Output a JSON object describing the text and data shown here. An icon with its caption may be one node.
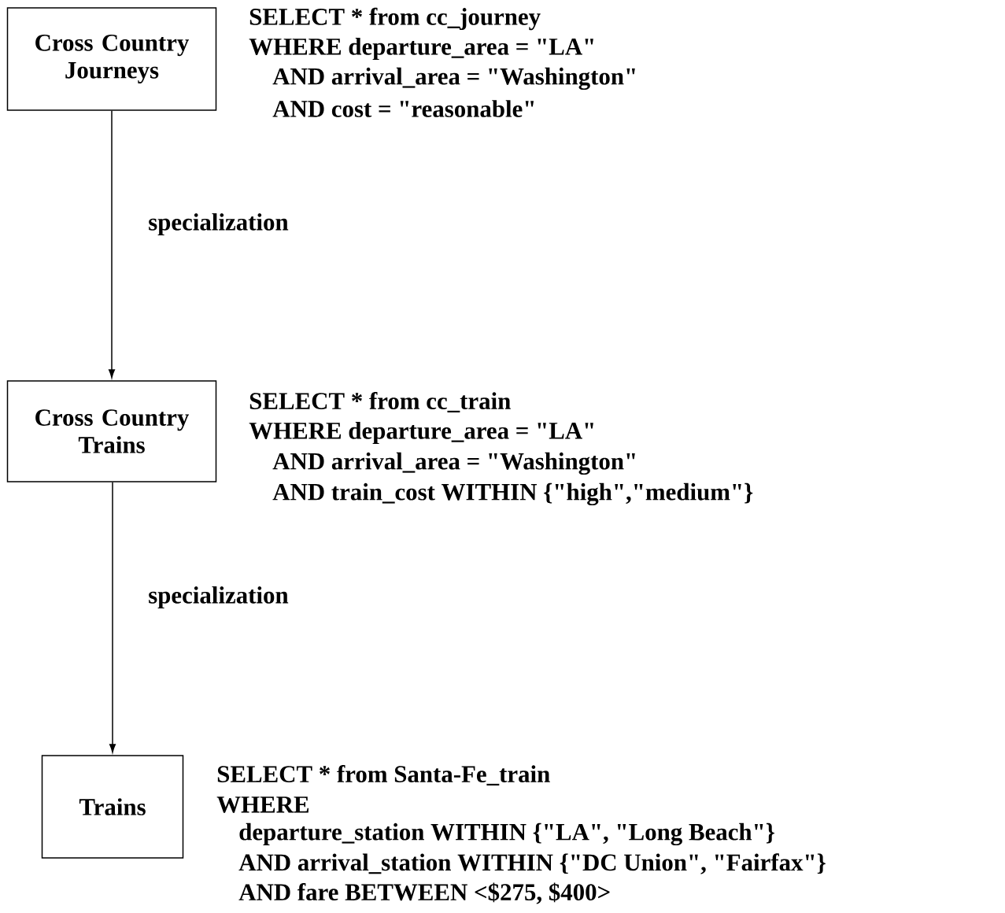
{
  "diagram": {
    "nodes": [
      {
        "text": [
          "Cross Country Journeys"
        ],
        "beside": [
          "SELECT * from cc_journey",
          "WHERE departure_area = \"LA\"",
          "AND arrival_area = \"Washington\"",
          "AND cost = \"reasonable\""
        ]
      },
      {
        "text": [
          "Cross Country Trains"
        ],
        "beside": [
          "SELECT * from cc_train",
          "WHERE departure_area = \"LA\"",
          "AND arrival_area = \"Washington\"",
          "AND train_cost WITHIN {\"high\",\"medium\"}"
        ]
      },
      {
        "text": [
          "Trains"
        ],
        "beside": [
          "SELECT * from Santa-Fe_train",
          "WHERE",
          "departure_station WITHIN  {\"LA\", \"Long Beach\"}",
          "AND arrival_station WITHIN {\"DC Union\", \"Fairfax\"}",
          "AND fare BETWEEN <$275, $400>"
        ]
      }
    ],
    "edges": [
      {
        "from": 0,
        "to": 1,
        "arrow": "to",
        "label": "specialization"
      },
      {
        "from": 1,
        "to": 2,
        "arrow": "to",
        "label": "specialization"
      }
    ]
  }
}
